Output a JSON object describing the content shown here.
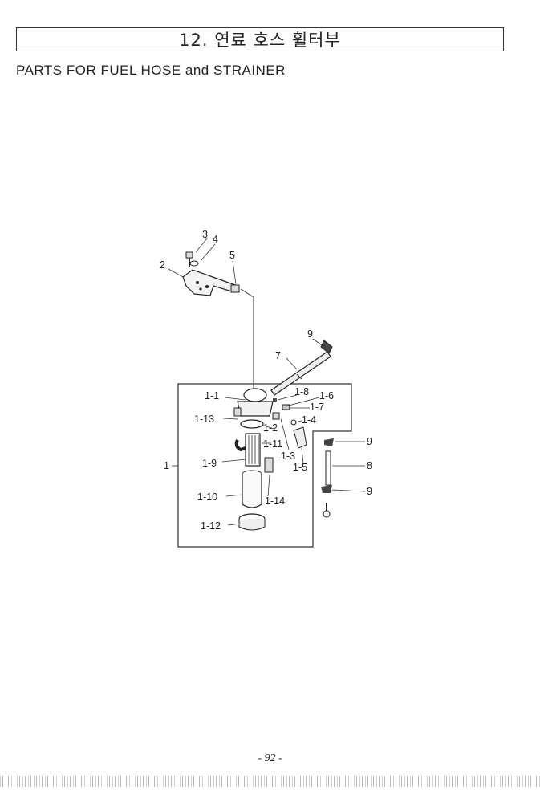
{
  "header": {
    "title": "12. 연료 호스 휠터부",
    "subtitle": "PARTS FOR FUEL HOSE and STRAINER"
  },
  "callouts": {
    "p1": "1",
    "p1_1": "1-1",
    "p1_2": "1-2",
    "p1_3": "1-3",
    "p1_4": "1-4",
    "p1_5": "1-5",
    "p1_6": "1-6",
    "p1_7": "1-7",
    "p1_8": "1-8",
    "p1_9": "1-9",
    "p1_10": "1-10",
    "p1_11": "1-11",
    "p1_12": "1-12",
    "p1_13": "1-13",
    "p1_14": "1-14",
    "p2": "2",
    "p3": "3",
    "p4": "4",
    "p5": "5",
    "p7": "7",
    "p8": "8",
    "p9a": "9",
    "p9b": "9",
    "p9c": "9"
  },
  "footer": {
    "page_number": "- 92 -"
  }
}
